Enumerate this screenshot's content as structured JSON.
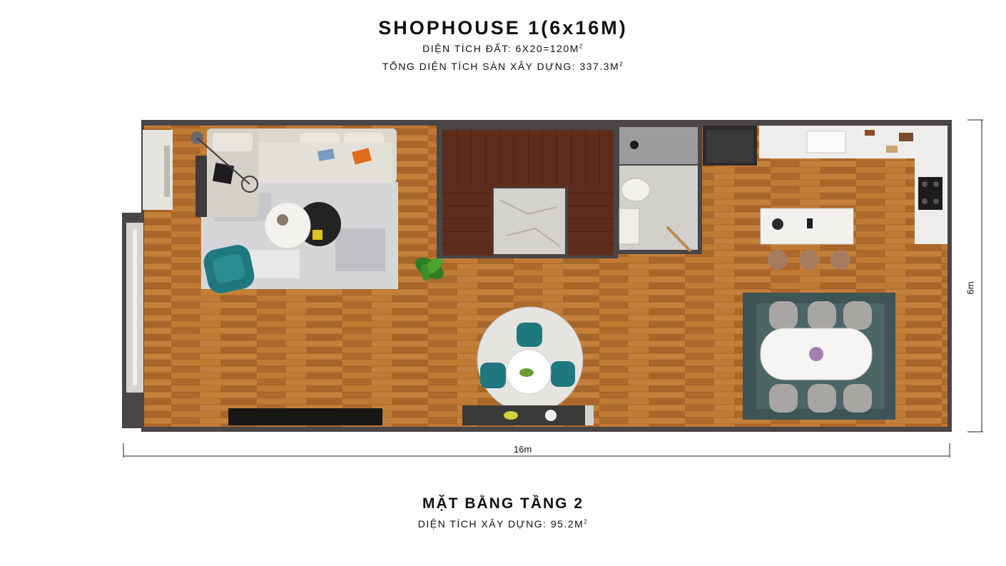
{
  "header": {
    "title": "SHOPHOUSE 1(6x16M)",
    "land_area_label": "DIỆN TÍCH ĐẤT: 6X20=120M",
    "total_floor_area_label": "TỔNG DIỆN TÍCH SÀN XÂY DỰNG: 337.3M",
    "superscript": "2"
  },
  "plan": {
    "width_dimension": "16m",
    "depth_dimension": "6m"
  },
  "footer": {
    "floor_name": "MẶT BẰNG TẦNG 2",
    "build_area_label": "DIỆN TÍCH XÂY DỰNG: 95.2M",
    "superscript": "2"
  },
  "colors": {
    "wood_floor": "#b8722e",
    "wall": "#4a4546",
    "stairs": "#5a2a1c",
    "marble": "#e8e6e3",
    "teal_chair": "#1f7f86"
  }
}
